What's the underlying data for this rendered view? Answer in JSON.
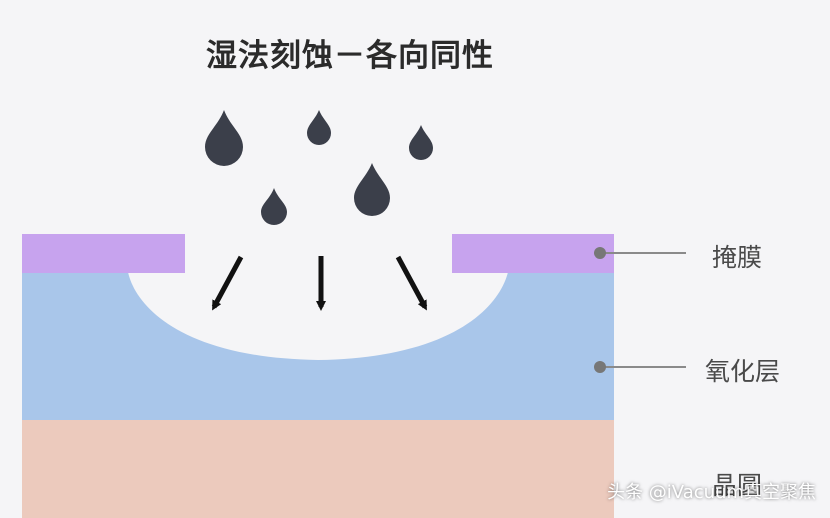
{
  "title": "湿法刻蚀－各向同性",
  "labels": {
    "mask": "掩膜",
    "oxide": "氧化层",
    "wafer": "晶圆"
  },
  "watermark": "头条 @iVacuum真空聚焦",
  "colors": {
    "mask": "#c7a3ee",
    "oxide": "#a9c6ea",
    "wafer": "#eccabd",
    "droplet": "#3b3f4a",
    "arrow": "#111111",
    "leader": "#8a8a8a"
  },
  "icons": {
    "droplet": "droplet-icon",
    "arrow": "arrow-icon"
  }
}
